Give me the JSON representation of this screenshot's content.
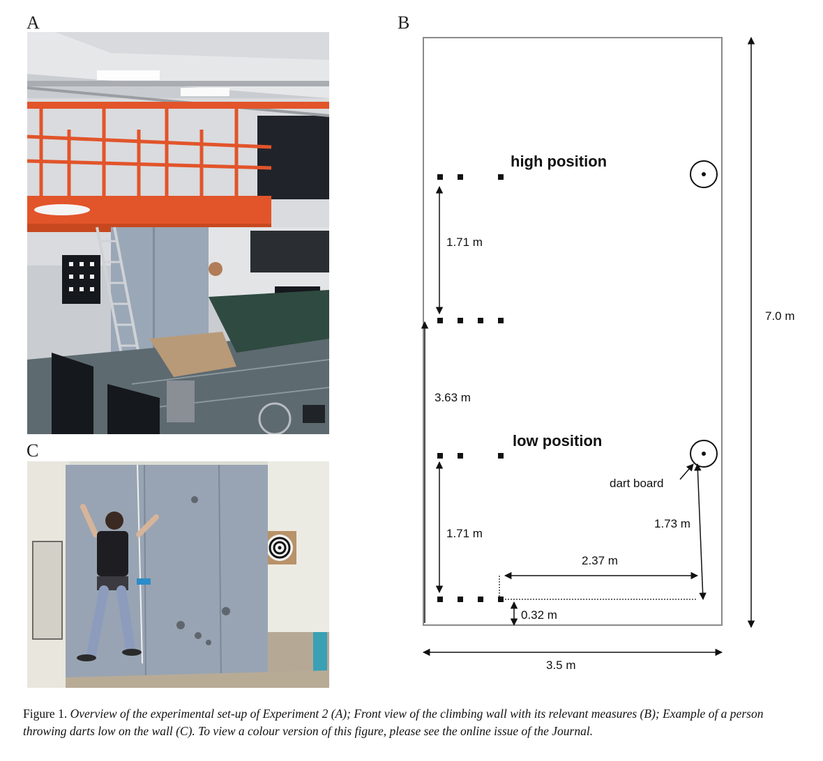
{
  "panels": {
    "a_label": "A",
    "b_label": "B",
    "c_label": "C"
  },
  "diagram": {
    "high_label": "high position",
    "low_label": "low position",
    "dart_board_label": "dart board",
    "measures": {
      "upper_gap": "1.71 m",
      "lower_gap": "1.71 m",
      "mid_height": "3.63 m",
      "wall_height": "7.0 m",
      "wall_width": "3.5 m",
      "board_height": "1.73 m",
      "horizontal_distance": "2.37 m",
      "floor_offset": "0.32 m"
    }
  },
  "caption": {
    "label": "Figure 1.",
    "text": "Overview of the experimental set-up of Experiment 2 (A); Front view of the climbing wall with its relevant measures (B); Example of a person throwing darts low on the wall (C). To view a colour version of this figure, please see the online issue of the Journal."
  },
  "colors": {
    "railing": "#e2542a",
    "wall_panel": "#9aa7b6",
    "floor": "#5d6a70",
    "ceiling": "#e8e8e8"
  }
}
